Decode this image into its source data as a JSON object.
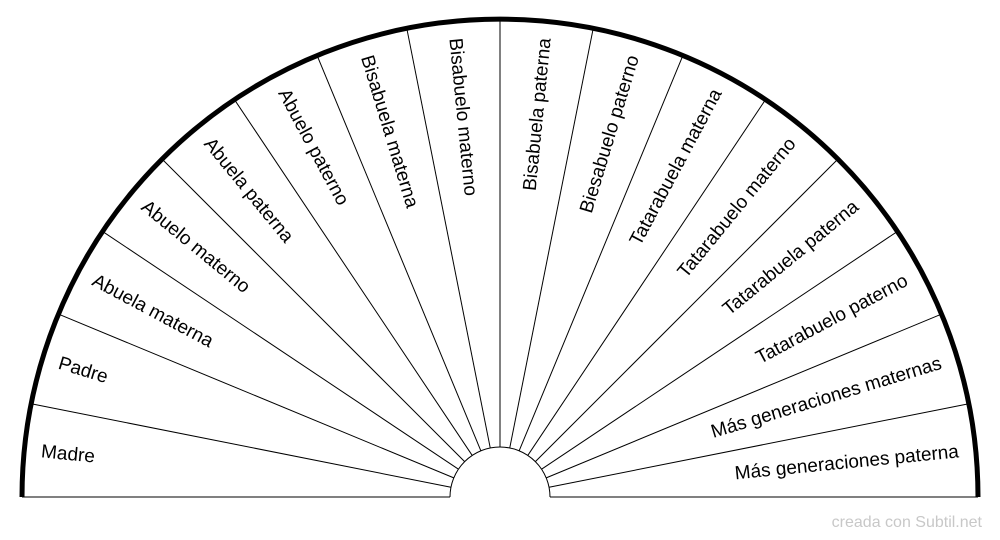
{
  "segments": [
    "Madre",
    "Padre",
    "Abuela materna",
    "Abuelo materno",
    "Abuela paterna",
    "Abuelo paterno",
    "Bisabuela materna",
    "Bisabuelo materno",
    "Bisabuela paterna",
    "Biesabuelo paterno",
    "Tatarabuela materna",
    "Tatarabuelo materno",
    "Tatarabuela paterna",
    "Tatarabuelo paterno",
    "Más generaciones maternas",
    "Más generaciones paterna"
  ],
  "credit": "creada con Subtil.net"
}
